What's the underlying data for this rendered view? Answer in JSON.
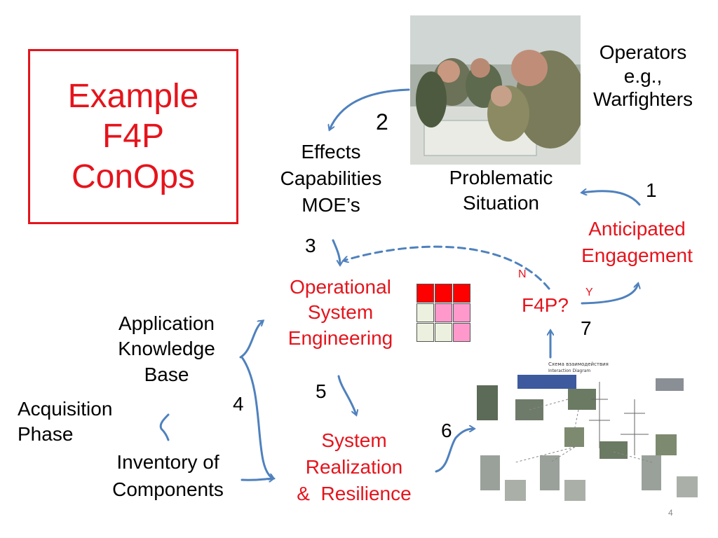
{
  "title": {
    "line1": "Example",
    "line2": "F4P",
    "line3": "ConOps"
  },
  "operators": {
    "line1": "Operators",
    "line2": "e.g.,",
    "line3": "Warfighters"
  },
  "problematic": {
    "line1": "Problematic",
    "line2": "Situation"
  },
  "effects": {
    "line1": "Effects",
    "line2": "Capabilities",
    "line3": "MOE’s"
  },
  "anticipated": {
    "line1": "Anticipated",
    "line2": "Engagement"
  },
  "ose": {
    "line1": "Operational",
    "line2": "System",
    "line3": "Engineering"
  },
  "f4p": {
    "label": "F4P?",
    "no": "N",
    "yes": "Y"
  },
  "akb": {
    "line1": "Application",
    "line2": "Knowledge",
    "line3": "Base"
  },
  "acquisition": {
    "line1": "Acquisition",
    "line2": "Phase"
  },
  "inventory": {
    "line1": "Inventory of",
    "line2": "Components"
  },
  "realization": {
    "line1": "System",
    "line2": "Realization",
    "line3": "&  Resilience"
  },
  "steps": {
    "s1": "1",
    "s2": "2",
    "s3": "3",
    "s4": "4",
    "s5": "5",
    "s6": "6",
    "s7": "7"
  },
  "diagram_caption": {
    "line1": "Схема взаимодействия",
    "line2": "Interaction Diagram"
  },
  "page_number": "4",
  "colors": {
    "accent_red": "#e5141c",
    "arrow_blue": "#4f81bd",
    "matrix_red": "#ff0000",
    "matrix_pink": "#ff99cc",
    "matrix_pale": "#ebf1de"
  },
  "matrix": [
    [
      "red",
      "red",
      "red"
    ],
    [
      "pale",
      "pink",
      "pink"
    ],
    [
      "pale",
      "pale",
      "pink"
    ]
  ]
}
